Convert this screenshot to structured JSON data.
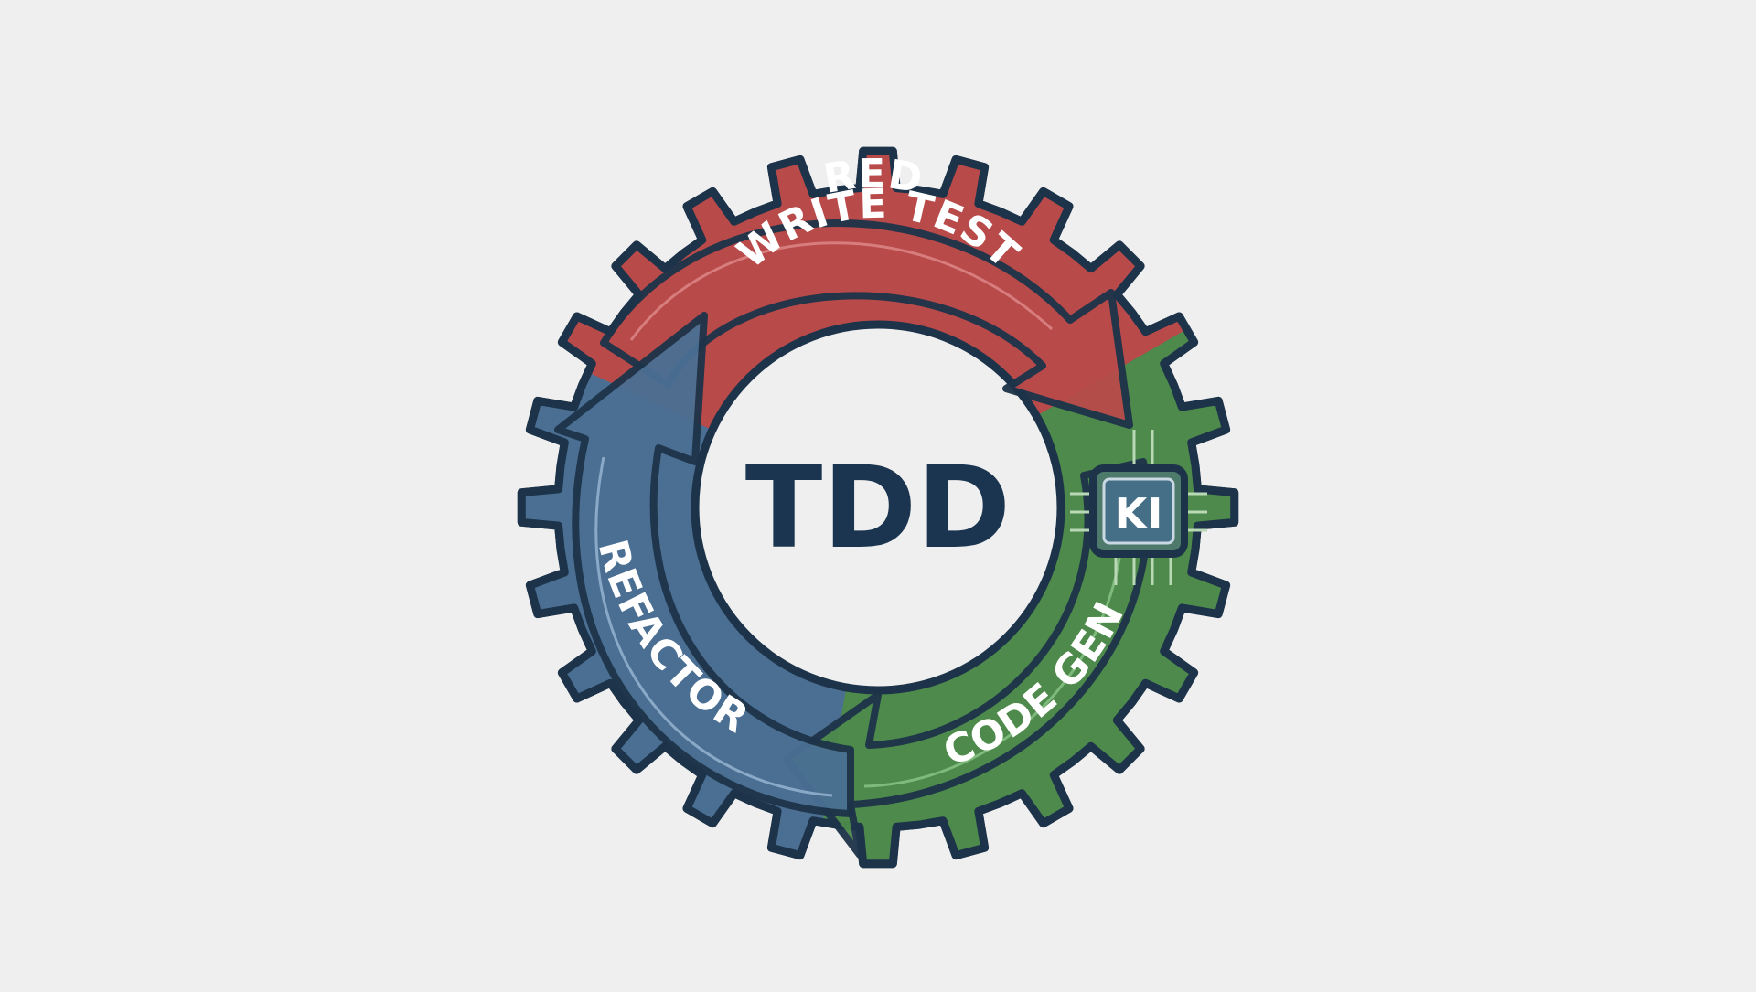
{
  "diagram": {
    "center_label": "TDD",
    "stages": [
      {
        "key": "red",
        "lines": [
          "RED",
          "WRITE TEST"
        ],
        "color": "#b84a4a"
      },
      {
        "key": "code-gen",
        "lines": [
          "CODE GEN"
        ],
        "color": "#4d8a4b"
      },
      {
        "key": "refactor",
        "lines": [
          "REFACTOR"
        ],
        "color": "#4a6f93"
      }
    ],
    "chip_label": "KI",
    "colors": {
      "background": "#efefef",
      "outline": "#1d3349",
      "red": "#b84a4a",
      "green": "#4d8a4b",
      "blue": "#4a6f93",
      "center_text": "#1b3550"
    }
  }
}
